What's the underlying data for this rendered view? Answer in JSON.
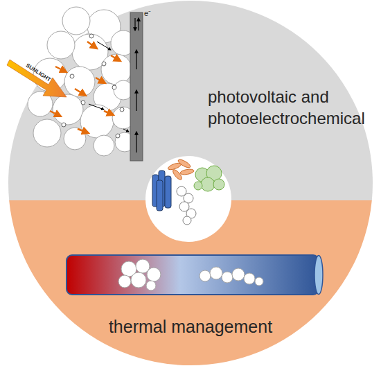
{
  "diagram": {
    "labels": [
      "SUNLIGHT",
      "e⁻",
      "photovoltaic and photoelectrochemical",
      "thermal management"
    ]
  }
}
